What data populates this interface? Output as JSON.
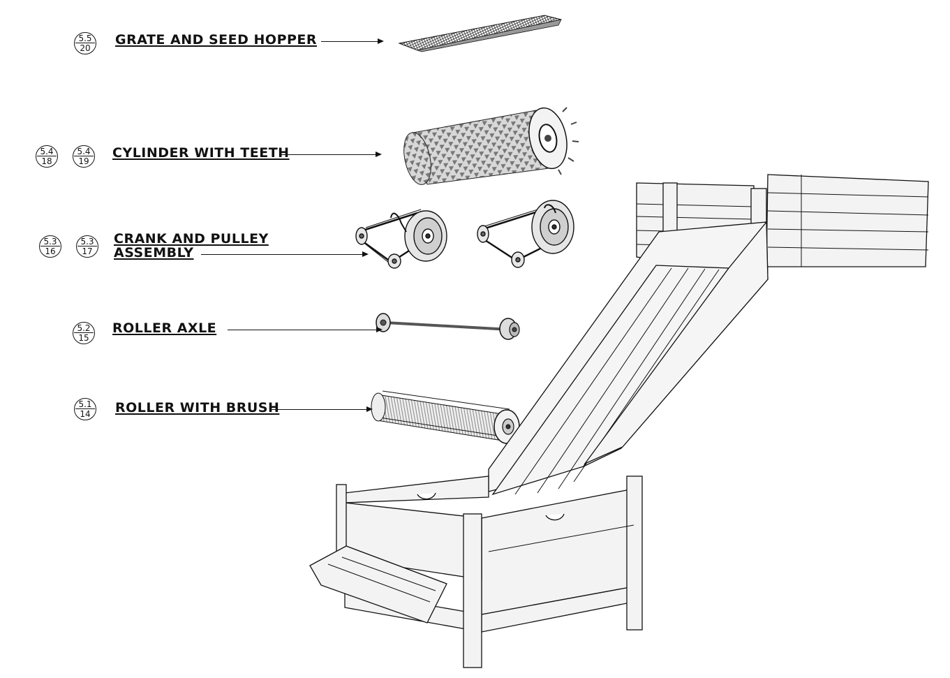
{
  "parts": [
    {
      "label": "GRATE AND SEED HOPPER",
      "refs": [
        {
          "num": "5.5",
          "den": "20"
        }
      ]
    },
    {
      "label": "CYLINDER WITH TEETH",
      "refs": [
        {
          "num": "5.4",
          "den": "18"
        },
        {
          "num": "5.4",
          "den": "19"
        }
      ]
    },
    {
      "label_line1": "CRANK AND PULLEY",
      "label_line2": "ASSEMBLY",
      "refs": [
        {
          "num": "5.3",
          "den": "16"
        },
        {
          "num": "5.3",
          "den": "17"
        }
      ]
    },
    {
      "label": "ROLLER AXLE",
      "refs": [
        {
          "num": "5.2",
          "den": "15"
        }
      ]
    },
    {
      "label": "ROLLER WITH BRUSH",
      "refs": [
        {
          "num": "5.1",
          "den": "14"
        }
      ]
    }
  ]
}
